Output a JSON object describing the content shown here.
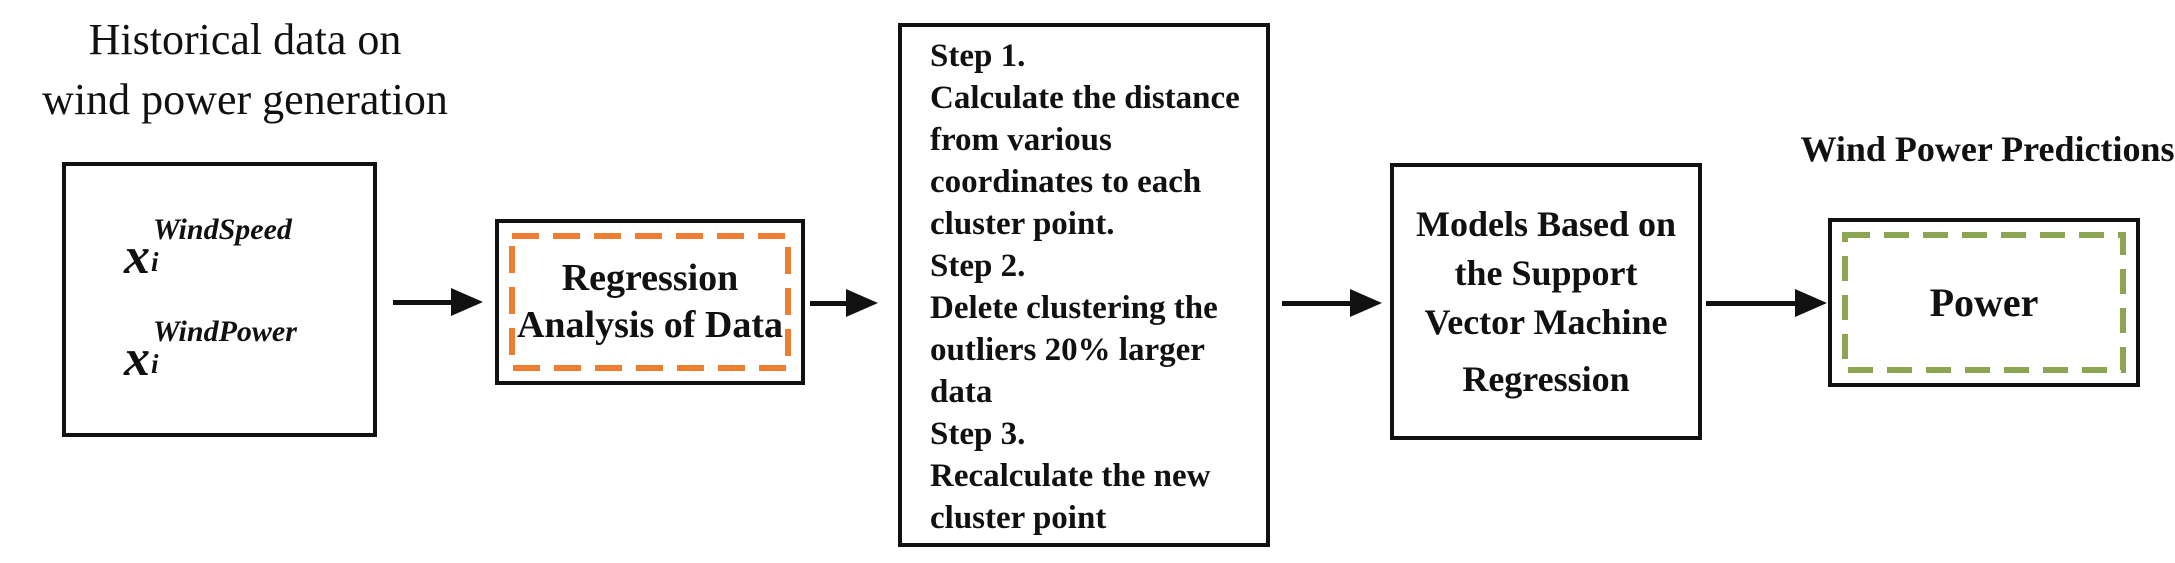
{
  "colors": {
    "ink": "#111111",
    "orange_dash": "#ED7D31",
    "green_dash": "#8CA552"
  },
  "diagram": {
    "title": {
      "line1": "Historical data on",
      "line2": "wind power generation"
    },
    "input_box": {
      "formulas": [
        {
          "var": "x",
          "sub": "i",
          "sup": "WindSpeed"
        },
        {
          "var": "x",
          "sub": "i",
          "sup": "WindPower"
        }
      ]
    },
    "regression_box": {
      "line1": "Regression",
      "line2": "Analysis of Data"
    },
    "steps_box": {
      "lines": [
        "Step 1.",
        "Calculate the distance",
        "from various",
        "coordinates to each",
        "cluster point.",
        "Step 2.",
        "Delete clustering the",
        "outliers 20% larger",
        "data",
        "Step 3.",
        "Recalculate the new",
        "cluster point"
      ]
    },
    "svm_box": {
      "lines": [
        "Models Based on",
        "the Support",
        "Vector Machine",
        "Regression"
      ]
    },
    "output_title": "Wind Power Predictions",
    "output_box": {
      "label": "Power"
    }
  }
}
